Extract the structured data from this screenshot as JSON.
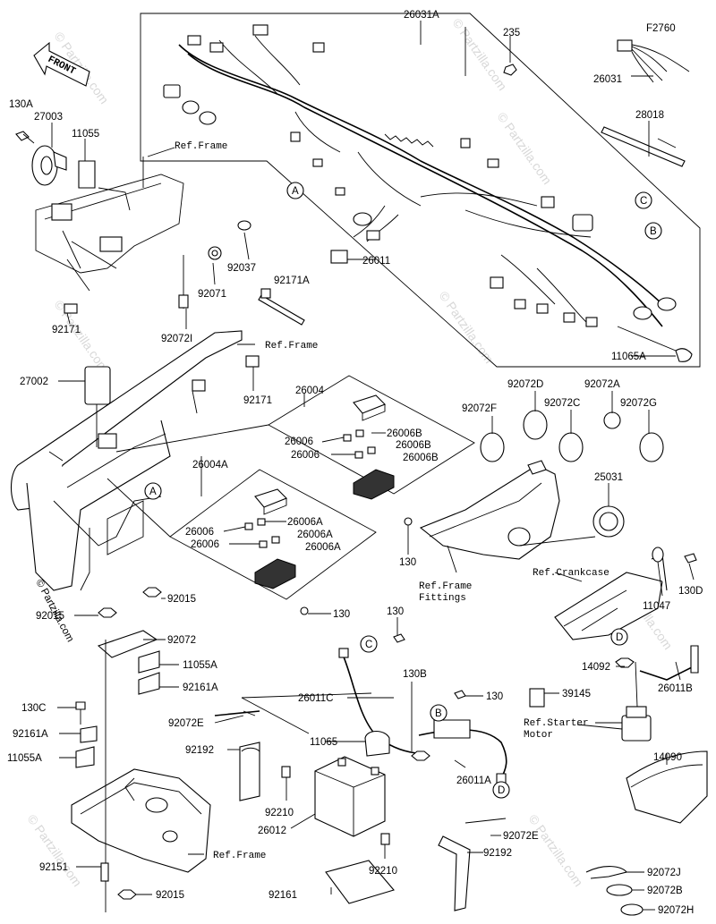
{
  "diagram_code": "F2760",
  "front_label": "FRONT",
  "watermark": "© Partzilla.com",
  "watermark_large": "© Partzilla.com",
  "callouts": [
    "A",
    "B",
    "C",
    "D"
  ],
  "ref_labels": {
    "frame_top": "Ref.Frame",
    "frame_mid": "Ref.Frame",
    "frame_fittings": "Ref.Frame\nFittings",
    "crankcase": "Ref.Crankcase",
    "starter_motor": "Ref.Starter\nMotor",
    "frame_bottom": "Ref.Frame"
  },
  "parts": [
    "26031A",
    "235",
    "26031",
    "28018",
    "26011",
    "11065A",
    "130A",
    "27003",
    "11055",
    "92037",
    "92071",
    "92171A",
    "92072I",
    "92171",
    "92171",
    "27002",
    "26004",
    "26006",
    "26006",
    "26006B",
    "26006B",
    "26006B",
    "26004A",
    "26006",
    "26006",
    "26006A",
    "26006A",
    "26006A",
    "130",
    "130",
    "92072F",
    "92072D",
    "92072C",
    "92072A",
    "92072G",
    "25031",
    "11047",
    "130D",
    "92015",
    "92015",
    "92072",
    "11055A",
    "92161A",
    "130C",
    "92161A",
    "11055A",
    "130",
    "130B",
    "26011C",
    "130",
    "14092",
    "26011B",
    "39145",
    "92072E",
    "92192",
    "11065",
    "26011A",
    "14090",
    "92210",
    "26012",
    "92210",
    "92072E",
    "92192",
    "92151",
    "92015",
    "92161",
    "92072J",
    "92072B",
    "92072H"
  ]
}
